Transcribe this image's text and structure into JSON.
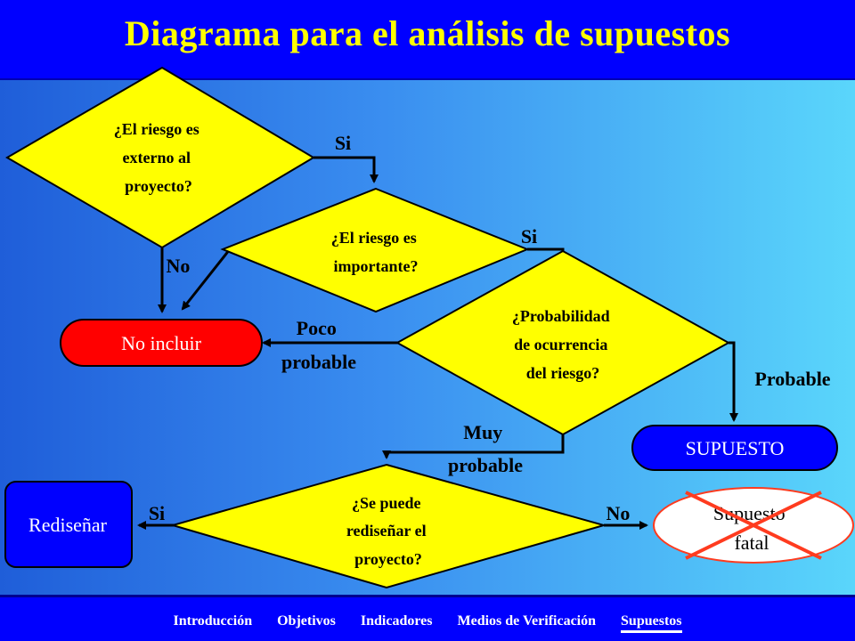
{
  "header": {
    "title": "Diagrama para el análisis de supuestos"
  },
  "diagram": {
    "decisions": {
      "externo": [
        "¿El riesgo es",
        "externo al",
        "proyecto?"
      ],
      "importante": [
        "¿El riesgo es",
        "importante?"
      ],
      "probabilidad": [
        "¿Probabilidad",
        "de ocurrencia",
        "del riesgo?"
      ],
      "redisenar": [
        "¿Se puede",
        "rediseñar el",
        "proyecto?"
      ]
    },
    "outcomes": {
      "no_incluir": "No incluir",
      "supuesto": "SUPUESTO",
      "redisenar": "Rediseñar",
      "supuesto_fatal": [
        "Supuesto",
        "fatal"
      ]
    },
    "edge_labels": {
      "si_1": "Si",
      "si_2": "Si",
      "no_1": "No",
      "poco_probable": [
        "Poco",
        "probable"
      ],
      "probable": "Probable",
      "muy_probable": [
        "Muy",
        "probable"
      ],
      "si_3": "Si",
      "no_2": "No"
    }
  },
  "nav": {
    "items": [
      "Introducción",
      "Objetivos",
      "Indicadores",
      "Medios de Verificación",
      "Supuestos"
    ],
    "active": "Supuestos"
  },
  "colors": {
    "decision_fill": "#ffff00",
    "no_incluir_fill": "#ff0000",
    "blue_box_fill": "#0000ff",
    "fatal_cross": "#ff3b1f",
    "title_text": "#ffff00"
  }
}
